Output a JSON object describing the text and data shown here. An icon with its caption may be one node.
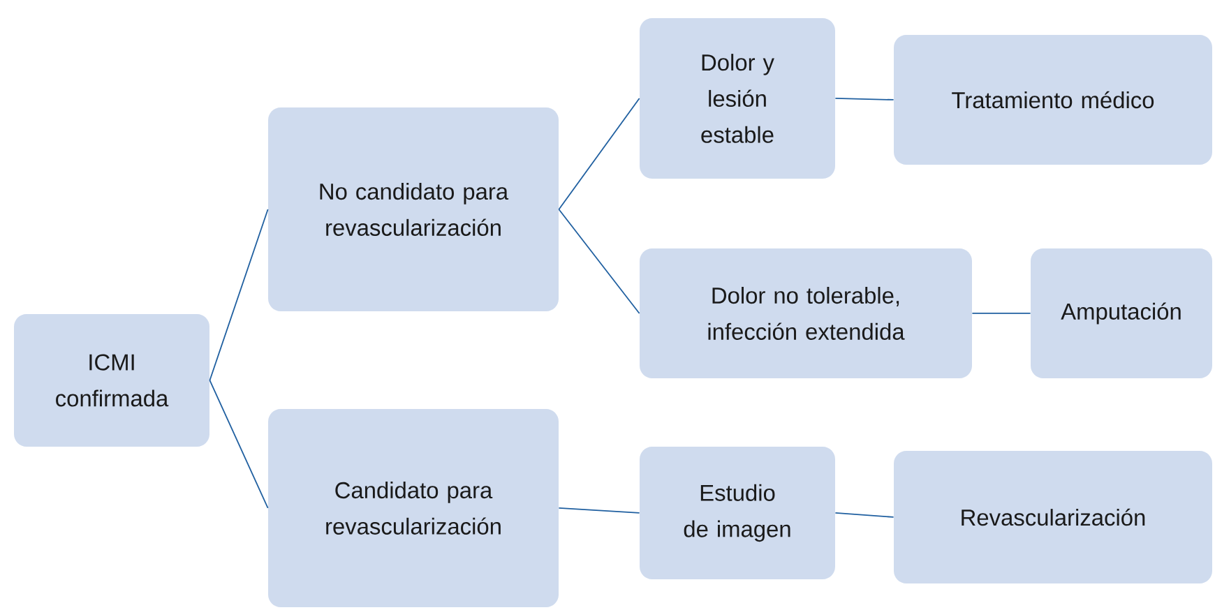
{
  "diagram": {
    "nodes": [
      {
        "text": [
          "ICMI confirmada"
        ]
      },
      {
        "text": [
          "No candidato para revascularización"
        ]
      },
      {
        "text": [
          "Candidato para revascularización"
        ]
      },
      {
        "text": [
          "Dolor y lesión estable"
        ]
      },
      {
        "text": [
          "Tratamiento médico"
        ]
      },
      {
        "text": [
          "Dolor no tolerable, infección extendida"
        ]
      },
      {
        "text": [
          "Amputación"
        ]
      },
      {
        "text": [
          "Estudio de imagen"
        ]
      },
      {
        "text": [
          "Revascularización"
        ]
      }
    ],
    "edges": [
      {
        "from": 0,
        "to": 1,
        "arrow": "none"
      },
      {
        "from": 0,
        "to": 2,
        "arrow": "none"
      },
      {
        "from": 1,
        "to": 3,
        "arrow": "none"
      },
      {
        "from": 1,
        "to": 5,
        "arrow": "none"
      },
      {
        "from": 3,
        "to": 4,
        "arrow": "none"
      },
      {
        "from": 5,
        "to": 6,
        "arrow": "none"
      },
      {
        "from": 2,
        "to": 7,
        "arrow": "none"
      },
      {
        "from": 7,
        "to": 8,
        "arrow": "none"
      }
    ]
  }
}
